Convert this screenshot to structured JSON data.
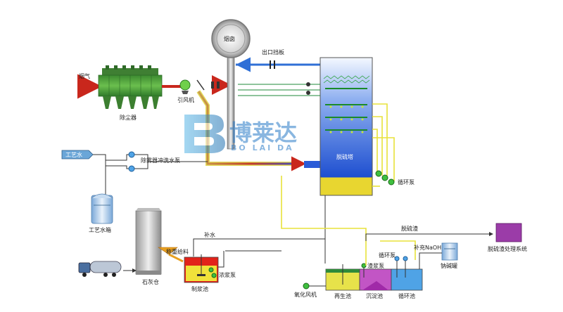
{
  "labels": {
    "flue_gas": "烟气",
    "dust_collector": "除尘器",
    "induced_fan": "引风机",
    "chimney": "烟囱",
    "outlet_baffle": "出口挡板",
    "desulfurization_tower": "脱硫塔",
    "circulation_pump_tower": "循环泵",
    "process_water": "工艺水",
    "mist_wash_pump": "除雾器冲洗水泵",
    "process_water_tank": "工艺水箱",
    "lime_silo": "石灰仓",
    "weighing_feed": "称重给料",
    "makeup_water": "补水",
    "slurry_tank": "制浆池",
    "slurry_pump": "浓浆泵",
    "oxidation_fan": "氧化风机",
    "regeneration_tank": "再生池",
    "settling_tank": "沉淀池",
    "circulation_tank": "循环池",
    "sludge_pump": "渣浆泵",
    "circulation_pump_pool": "循环泵",
    "add_naoh": "补充NaOH",
    "alkali_tank": "钠碱罐",
    "desulfurization_residue": "脱硫渣",
    "residue_system": "脱硫渣处理系统"
  },
  "watermark": {
    "brand_cn": "博莱达",
    "brand_en": "BO LAI DA"
  },
  "colors": {
    "flue_hot": "#d9261c",
    "flue_green": "#1f8a3a",
    "clean_gas": "#2f6fd6",
    "slurry_yellow": "#e8e23a",
    "water_line": "#333333",
    "dust_collector": "#4a9a3c",
    "tower_blue": "#2a5bd7",
    "tower_slurry": "#e8d630",
    "tank_regen": "#e7e24a",
    "tank_settle": "#c255c5",
    "tank_circ": "#4fa3e6",
    "residue_purple": "#9b3ca8"
  }
}
